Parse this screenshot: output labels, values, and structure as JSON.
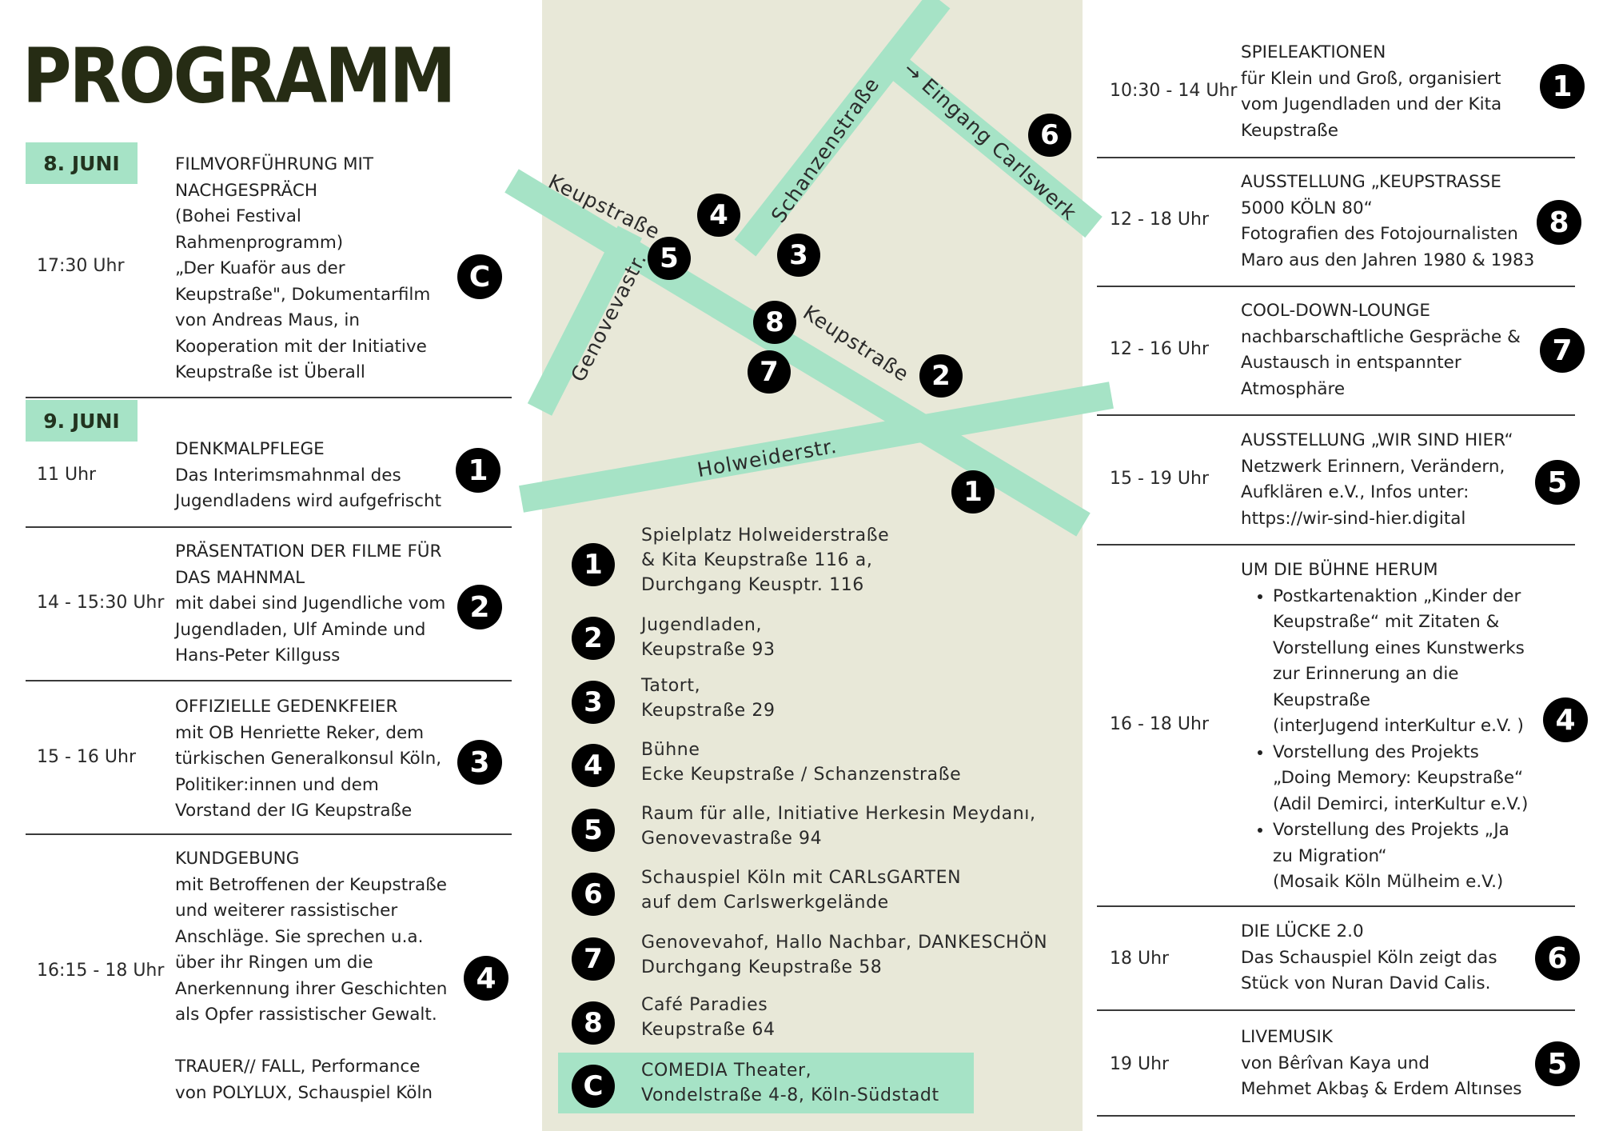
{
  "title": "PROGRAMM",
  "days": [
    {
      "label": "8. JUNI"
    },
    {
      "label": "9. JUNI"
    }
  ],
  "left_events": [
    {
      "time": "17:30 Uhr",
      "lines": [
        "FILMVORFÜHRUNG MIT",
        "NACHGESPRÄCH",
        "(Bohei Festival",
        "Rahmenprogramm)",
        "„Der Kuaför aus der",
        "Keupstraße\", Dokumentarfilm",
        "von Andreas Maus, in",
        "Kooperation mit der Initiative",
        "Keupstraße ist Überall"
      ],
      "marker": "C"
    },
    {
      "time": "11 Uhr",
      "lines": [
        "DENKMALPFLEGE",
        "Das Interimsmahnmal des",
        "Jugendladens wird aufgefrischt"
      ],
      "marker": "1"
    },
    {
      "time": "14 - 15:30 Uhr",
      "lines": [
        "PRÄSENTATION DER FILME FÜR",
        "DAS MAHNMAL",
        "mit dabei sind Jugendliche vom",
        "Jugendladen, Ulf Aminde und",
        "Hans-Peter Killguss"
      ],
      "marker": "2"
    },
    {
      "time": "15 - 16 Uhr",
      "lines": [
        "OFFIZIELLE GEDENKFEIER",
        "mit OB Henriette Reker, dem",
        "türkischen Generalkonsul Köln,",
        "Politiker:innen und dem",
        "Vorstand der IG Keupstraße"
      ],
      "marker": "3"
    },
    {
      "time": "16:15 - 18 Uhr",
      "lines": [
        "KUNDGEBUNG",
        "mit Betroffenen der Keupstraße",
        "und weiterer rassistischer",
        "Anschläge. Sie sprechen u.a.",
        "über ihr Ringen um die",
        "Anerkennung ihrer Geschichten",
        "als Opfer rassistischer Gewalt.",
        "",
        "TRAUER// FALL, Performance",
        "von POLYLUX, Schauspiel Köln"
      ],
      "marker": "4"
    }
  ],
  "map": {
    "streets": {
      "keupstrasse_top": "Keupstraße",
      "schanzenstrasse": "Schanzenstraße",
      "eingang": "→ Eingang Carlswerk",
      "genovevastr": "Genovevastr.",
      "keupstrasse_mid": "Keupstraße",
      "holweiderstr": "Holweiderstr."
    },
    "markers": [
      "4",
      "5",
      "3",
      "6",
      "8",
      "7",
      "2",
      "1"
    ],
    "legend": [
      {
        "marker": "1",
        "lines": [
          "Spielplatz Holweiderstraße",
          "& Kita Keupstraße 116 a,",
          "Durchgang Keusptr. 116"
        ]
      },
      {
        "marker": "2",
        "lines": [
          "Jugendladen,",
          "Keupstraße 93"
        ]
      },
      {
        "marker": "3",
        "lines": [
          "Tatort,",
          "Keupstraße 29"
        ]
      },
      {
        "marker": "4",
        "lines": [
          "Bühne",
          "Ecke Keupstraße / Schanzenstraße"
        ]
      },
      {
        "marker": "5",
        "lines": [
          "Raum für alle, Initiative Herkesin Meydanı,",
          "Genovevastraße 94"
        ]
      },
      {
        "marker": "6",
        "lines": [
          "Schauspiel Köln mit CARLsGARTEN",
          "auf dem Carlswerkgelände"
        ]
      },
      {
        "marker": "7",
        "lines": [
          "Genovevahof, Hallo Nachbar, DANKESCHÖN",
          "Durchgang Keupstraße 58"
        ]
      },
      {
        "marker": "8",
        "lines": [
          "Café Paradies",
          "Keupstraße 64"
        ]
      },
      {
        "marker": "C",
        "lines": [
          "COMEDIA Theater,",
          "Vondelstraße 4-8, Köln-Südstadt"
        ]
      }
    ]
  },
  "right_events": [
    {
      "time": "10:30 - 14 Uhr",
      "lines": [
        "SPIELEAKTIONEN",
        "für Klein und Groß, organisiert",
        "vom Jugendladen und der Kita",
        "Keupstraße"
      ],
      "marker": "1"
    },
    {
      "time": "12 - 18 Uhr",
      "lines": [
        "AUSSTELLUNG „KEUPSTRASSE",
        "5000 KÖLN 80“",
        "Fotografien des Fotojournalisten",
        "Maro aus den Jahren 1980 & 1983"
      ],
      "marker": "8"
    },
    {
      "time": "12 - 16 Uhr",
      "lines": [
        "COOL-DOWN-LOUNGE",
        "nachbarschaftliche Gespräche &",
        "Austausch in entspannter",
        "Atmosphäre"
      ],
      "marker": "7"
    },
    {
      "time": "15 - 19 Uhr",
      "lines": [
        "AUSSTELLUNG „WIR SIND HIER“",
        "Netzwerk Erinnern, Verändern,",
        "Aufklären e.V., Infos unter:",
        "https://wir-sind-hier.digital"
      ],
      "marker": "5"
    },
    {
      "time": "16 - 18 Uhr",
      "heading": "UM DIE BÜHNE HERUM",
      "bullets": [
        [
          "Postkartenaktion „Kinder der",
          "Keupstraße“ mit Zitaten &",
          "Vorstellung eines Kunstwerks",
          "zur Erinnerung an die",
          "Keupstraße",
          "(interJugend interKultur e.V. )"
        ],
        [
          "Vorstellung des Projekts",
          "„Doing Memory: Keupstraße“",
          "(Adil Demirci, interKultur e.V.)"
        ],
        [
          "Vorstellung des Projekts „Ja",
          "zu Migration“",
          "(Mosaik Köln Mülheim e.V.)"
        ]
      ],
      "marker": "4"
    },
    {
      "time": "18 Uhr",
      "lines": [
        "DIE LÜCKE 2.0",
        "Das Schauspiel Köln zeigt das",
        "Stück von Nuran David Calis."
      ],
      "marker": "6"
    },
    {
      "time": "19 Uhr",
      "lines": [
        "LIVEMUSIK",
        "von Bêrîvan Kaya und",
        "Mehmet Akbaş & Erdem Altınses"
      ],
      "marker": "5"
    }
  ]
}
